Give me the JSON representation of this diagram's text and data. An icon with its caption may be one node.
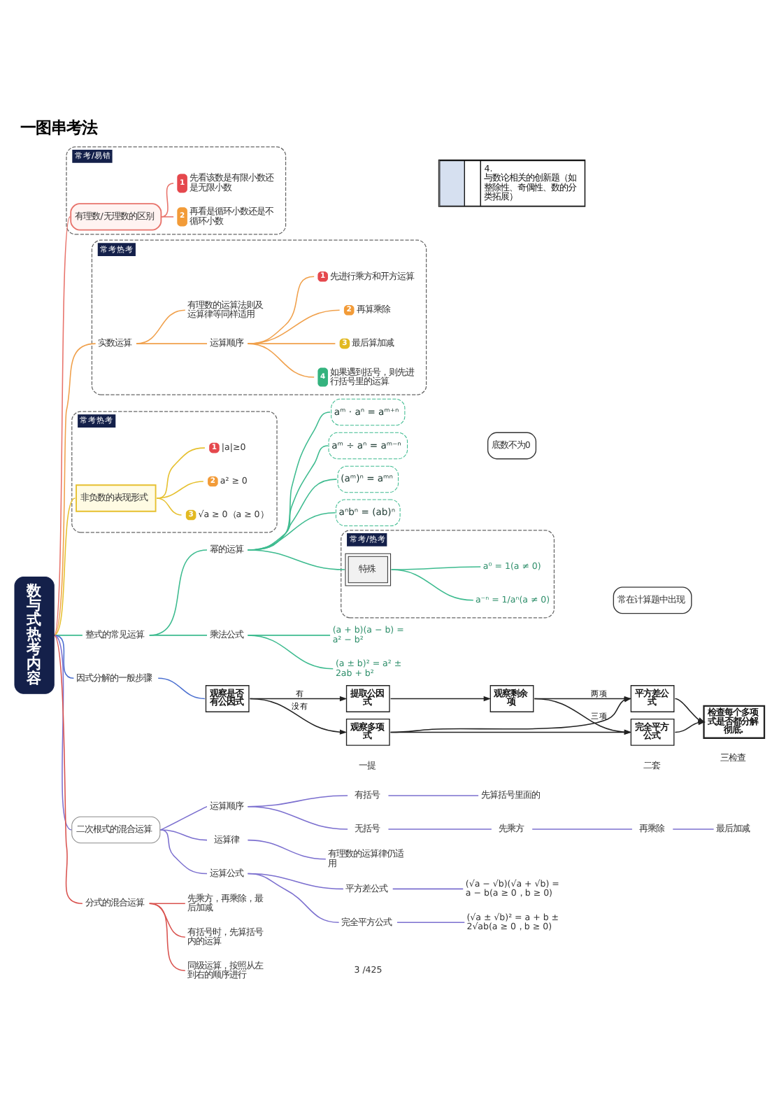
{
  "diagram": {
    "title": "一图串考法",
    "nodes": [
      {
        "text": [
          "数与式热考内容"
        ]
      },
      {
        "text": [
          "常考/易错"
        ]
      },
      {
        "text": [
          "有理数/无理数的区别"
        ],
        "in": 1
      },
      {
        "text": [
          "1",
          "先看该数是有限小数还是无限小数"
        ],
        "in": 1
      },
      {
        "text": [
          "2",
          "再看是循环小数还是不循环小数"
        ],
        "in": 1
      },
      {
        "text": [
          "常考热考"
        ]
      },
      {
        "text": [
          "实数运算"
        ],
        "in": 5
      },
      {
        "text": [
          "有理数的运算法则及运算律等同样适用"
        ],
        "in": 5
      },
      {
        "text": [
          "运算顺序"
        ],
        "in": 5
      },
      {
        "text": [
          "1",
          "先进行乘方和开方运算"
        ],
        "in": 5
      },
      {
        "text": [
          "2",
          "再算乘除"
        ],
        "in": 5
      },
      {
        "text": [
          "3",
          "最后算加减"
        ],
        "in": 5
      },
      {
        "text": [
          "4",
          "如果遇到括号，则先进行括号里的运算"
        ],
        "in": 5
      },
      {
        "text": [
          "常考热考"
        ]
      },
      {
        "text": [
          "非负数的表现形式"
        ],
        "in": 13
      },
      {
        "text": [
          "1",
          "|a|≥0"
        ],
        "in": 13
      },
      {
        "text": [
          "2",
          "a² ≥ 0"
        ],
        "in": 13
      },
      {
        "text": [
          "3",
          "√a ≥ 0（a ≥ 0）"
        ],
        "in": 13
      },
      {
        "text": [
          "整式的常见运算"
        ]
      },
      {
        "text": [
          "幂的运算"
        ]
      },
      {
        "text": [
          "aᵐ · aⁿ = aᵐ⁺ⁿ"
        ]
      },
      {
        "text": [
          "aᵐ ÷ aⁿ = aᵐ⁻ⁿ"
        ]
      },
      {
        "text": [
          "(aᵐ)ⁿ = aᵐⁿ"
        ]
      },
      {
        "text": [
          "aⁿbⁿ = (ab)ⁿ"
        ]
      },
      {
        "text": [
          "底数不为0"
        ]
      },
      {
        "text": [
          "常考/热考"
        ]
      },
      {
        "text": [
          "特殊"
        ],
        "in": 25
      },
      {
        "text": [
          "a⁰ = 1(a ≠ 0)"
        ],
        "in": 25
      },
      {
        "text": [
          "a⁻ⁿ = 1/aⁿ(a ≠ 0)"
        ],
        "in": 25
      },
      {
        "text": [
          "常在计算题中出现"
        ]
      },
      {
        "text": [
          "乘法公式"
        ]
      },
      {
        "text": [
          "(a + b)(a − b) = a² − b²"
        ]
      },
      {
        "text": [
          "(a ± b)² = a² ± 2ab + b²"
        ]
      },
      {
        "text": [
          "因式分解的一般步骤"
        ]
      },
      {
        "text": [
          "观察是否有公因式"
        ]
      },
      {
        "text": [
          "提取公因式"
        ]
      },
      {
        "text": [
          "观察剩余项"
        ]
      },
      {
        "text": [
          "观察多项式"
        ]
      },
      {
        "text": [
          "平方差公式"
        ]
      },
      {
        "text": [
          "完全平方公式"
        ]
      },
      {
        "text": [
          "检查每个多项式是否都分解彻底."
        ]
      },
      {
        "text": [
          "二次根式的混合运算"
        ]
      },
      {
        "text": [
          "运算顺序"
        ]
      },
      {
        "text": [
          "有括号"
        ]
      },
      {
        "text": [
          "先算括号里面的"
        ]
      },
      {
        "text": [
          "无括号"
        ]
      },
      {
        "text": [
          "先乘方"
        ]
      },
      {
        "text": [
          "再乘除"
        ]
      },
      {
        "text": [
          "最后加减"
        ]
      },
      {
        "text": [
          "运算律"
        ]
      },
      {
        "text": [
          "有理数的运算律仍适用"
        ]
      },
      {
        "text": [
          "运算公式"
        ]
      },
      {
        "text": [
          "平方差公式"
        ]
      },
      {
        "text": [
          "(√a − √b)(√a + √b) = a − b(a ≥ 0，b ≥ 0)"
        ]
      },
      {
        "text": [
          "完全平方公式"
        ]
      },
      {
        "text": [
          "(√a ± √b)² = a + b ± 2√ab(a ≥ 0，b ≥ 0)"
        ]
      },
      {
        "text": [
          "分式的混合运算"
        ]
      },
      {
        "text": [
          "先乘方，再乘除，最后加减"
        ]
      },
      {
        "text": [
          "有括号时，先算括号内的运算"
        ]
      },
      {
        "text": [
          "同级运算，按照从左到右的顺序进行"
        ]
      }
    ],
    "edges": [
      {
        "from": 0,
        "to": 2,
        "arrow": "none",
        "color": "#e8736b"
      },
      {
        "from": 2,
        "to": 3,
        "arrow": "none",
        "color": "#e8736b"
      },
      {
        "from": 2,
        "to": 4,
        "arrow": "none",
        "color": "#e8736b"
      },
      {
        "from": 0,
        "to": 6,
        "arrow": "none",
        "color": "#f0a04b"
      },
      {
        "from": 6,
        "to": 7,
        "arrow": "none",
        "color": "#f0a04b"
      },
      {
        "from": 6,
        "to": 8,
        "arrow": "none",
        "color": "#f0a04b"
      },
      {
        "from": 8,
        "to": 9,
        "arrow": "none",
        "color": "#f0a04b"
      },
      {
        "from": 8,
        "to": 10,
        "arrow": "none",
        "color": "#f0a04b"
      },
      {
        "from": 8,
        "to": 11,
        "arrow": "none",
        "color": "#f0a04b"
      },
      {
        "from": 8,
        "to": 12,
        "arrow": "none",
        "color": "#f0a04b"
      },
      {
        "from": 0,
        "to": 14,
        "arrow": "none",
        "color": "#e6c02f"
      },
      {
        "from": 14,
        "to": 15,
        "arrow": "none",
        "color": "#e6c02f"
      },
      {
        "from": 14,
        "to": 16,
        "arrow": "none",
        "color": "#e6c02f"
      },
      {
        "from": 14,
        "to": 17,
        "arrow": "none",
        "color": "#e6c02f"
      },
      {
        "from": 0,
        "to": 18,
        "arrow": "none",
        "color": "#3dbb8f"
      },
      {
        "from": 18,
        "to": 19,
        "arrow": "none",
        "color": "#3dbb8f"
      },
      {
        "from": 19,
        "to": 20,
        "arrow": "none",
        "color": "#3dbb8f"
      },
      {
        "from": 19,
        "to": 21,
        "arrow": "none",
        "color": "#3dbb8f"
      },
      {
        "from": 19,
        "to": 22,
        "arrow": "none",
        "color": "#3dbb8f"
      },
      {
        "from": 19,
        "to": 23,
        "arrow": "none",
        "color": "#3dbb8f"
      },
      {
        "from": 19,
        "to": 26,
        "arrow": "none",
        "color": "#3dbb8f"
      },
      {
        "from": 26,
        "to": 27,
        "arrow": "none",
        "color": "#3dbb8f"
      },
      {
        "from": 26,
        "to": 28,
        "arrow": "none",
        "color": "#3dbb8f"
      },
      {
        "from": 18,
        "to": 30,
        "arrow": "none",
        "color": "#3dbb8f"
      },
      {
        "from": 30,
        "to": 31,
        "arrow": "none",
        "color": "#3dbb8f"
      },
      {
        "from": 30,
        "to": 32,
        "arrow": "none",
        "color": "#3dbb8f"
      },
      {
        "from": 0,
        "to": 33,
        "arrow": "none",
        "color": "#4a6fd0"
      },
      {
        "from": 33,
        "to": 34,
        "arrow": "none",
        "color": "#4a6fd0"
      },
      {
        "from": 34,
        "to": 35,
        "arrow": "to",
        "label": "有",
        "color": "#222222"
      },
      {
        "from": 35,
        "to": 36,
        "arrow": "to",
        "color": "#222222"
      },
      {
        "from": 34,
        "to": 37,
        "arrow": "to",
        "label": "没有",
        "color": "#222222"
      },
      {
        "from": 36,
        "to": 38,
        "arrow": "to",
        "label": "两项",
        "color": "#222222"
      },
      {
        "from": 36,
        "to": 39,
        "arrow": "to",
        "label": "三项",
        "color": "#222222"
      },
      {
        "from": 37,
        "to": 38,
        "arrow": "to",
        "color": "#222222"
      },
      {
        "from": 37,
        "to": 39,
        "arrow": "to",
        "color": "#222222"
      },
      {
        "from": 38,
        "to": 40,
        "arrow": "to",
        "color": "#222222"
      },
      {
        "from": 39,
        "to": 40,
        "arrow": "to",
        "color": "#222222"
      },
      {
        "from": 0,
        "to": 41,
        "arrow": "none"
      },
      {
        "from": 41,
        "to": 42,
        "arrow": "none"
      },
      {
        "from": 42,
        "to": 43,
        "arrow": "none"
      },
      {
        "from": 43,
        "to": 44,
        "arrow": "none"
      },
      {
        "from": 42,
        "to": 45,
        "arrow": "none"
      },
      {
        "from": 45,
        "to": 46,
        "arrow": "none"
      },
      {
        "from": 46,
        "to": 47,
        "arrow": "none"
      },
      {
        "from": 47,
        "to": 48,
        "arrow": "none"
      },
      {
        "from": 41,
        "to": 49,
        "arrow": "none"
      },
      {
        "from": 49,
        "to": 50,
        "arrow": "none"
      },
      {
        "from": 41,
        "to": 51,
        "arrow": "none"
      },
      {
        "from": 51,
        "to": 52,
        "arrow": "none"
      },
      {
        "from": 52,
        "to": 53,
        "arrow": "none"
      },
      {
        "from": 51,
        "to": 54,
        "arrow": "none"
      },
      {
        "from": 54,
        "to": 55,
        "arrow": "none"
      },
      {
        "from": 0,
        "to": 56,
        "arrow": "none",
        "color": "#d9534f"
      },
      {
        "from": 56,
        "to": 57,
        "arrow": "none",
        "color": "#d9534f"
      },
      {
        "from": 56,
        "to": 58,
        "arrow": "none",
        "color": "#d9534f"
      },
      {
        "from": 56,
        "to": 59,
        "arrow": "none",
        "color": "#d9534f"
      }
    ],
    "labels": [
      "4. 与数论相关的创新题（如整除性、奇偶性、数的分类拓展）",
      "一提",
      "二套",
      "三检查",
      "3 /425"
    ]
  }
}
